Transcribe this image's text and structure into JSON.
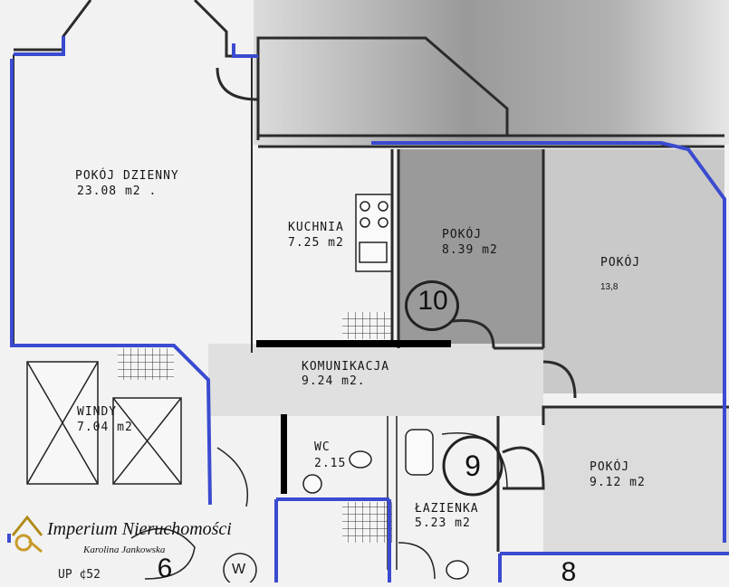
{
  "rooms": {
    "pokoj_dzienny": {
      "name": "POKÓJ  DZIENNY",
      "area": "23.08 m2 ."
    },
    "kuchnia": {
      "name": "KUCHNIA",
      "area": "7.25 m2"
    },
    "pokoj_1": {
      "name": "POKÓJ",
      "area": "8.39 m2"
    },
    "pokoj_2": {
      "name": "POKÓJ",
      "area": "13,8"
    },
    "komunikacja": {
      "name": "KOMUNIKACJA",
      "area": "9.24 m2."
    },
    "windy": {
      "name": "WINDY",
      "area": "7.04 m2"
    },
    "wc": {
      "name": "WC",
      "area": "2.15"
    },
    "lazienka": {
      "name": "ŁAZIENKA",
      "area": "5.23 m2"
    },
    "pokoj_3": {
      "name": "POKÓJ",
      "area": "9.12 m2"
    }
  },
  "unit_numbers": {
    "main": "10",
    "bottom_mid": "9",
    "bottom_left": "6",
    "bottom_right": "8"
  },
  "stair_mark": "W",
  "partial_text": "UP ¢52",
  "watermark": {
    "title": "Imperium Nieruchomości",
    "subtitle": "Karolina Jankowska",
    "icon": "key-house-logo-icon"
  },
  "colors": {
    "paper": "#f2f2f2",
    "wall": "#2b2b2b",
    "shade": "#8a8a8a",
    "blue_outline": "#3a4bd0",
    "black_bar": "#000000"
  }
}
